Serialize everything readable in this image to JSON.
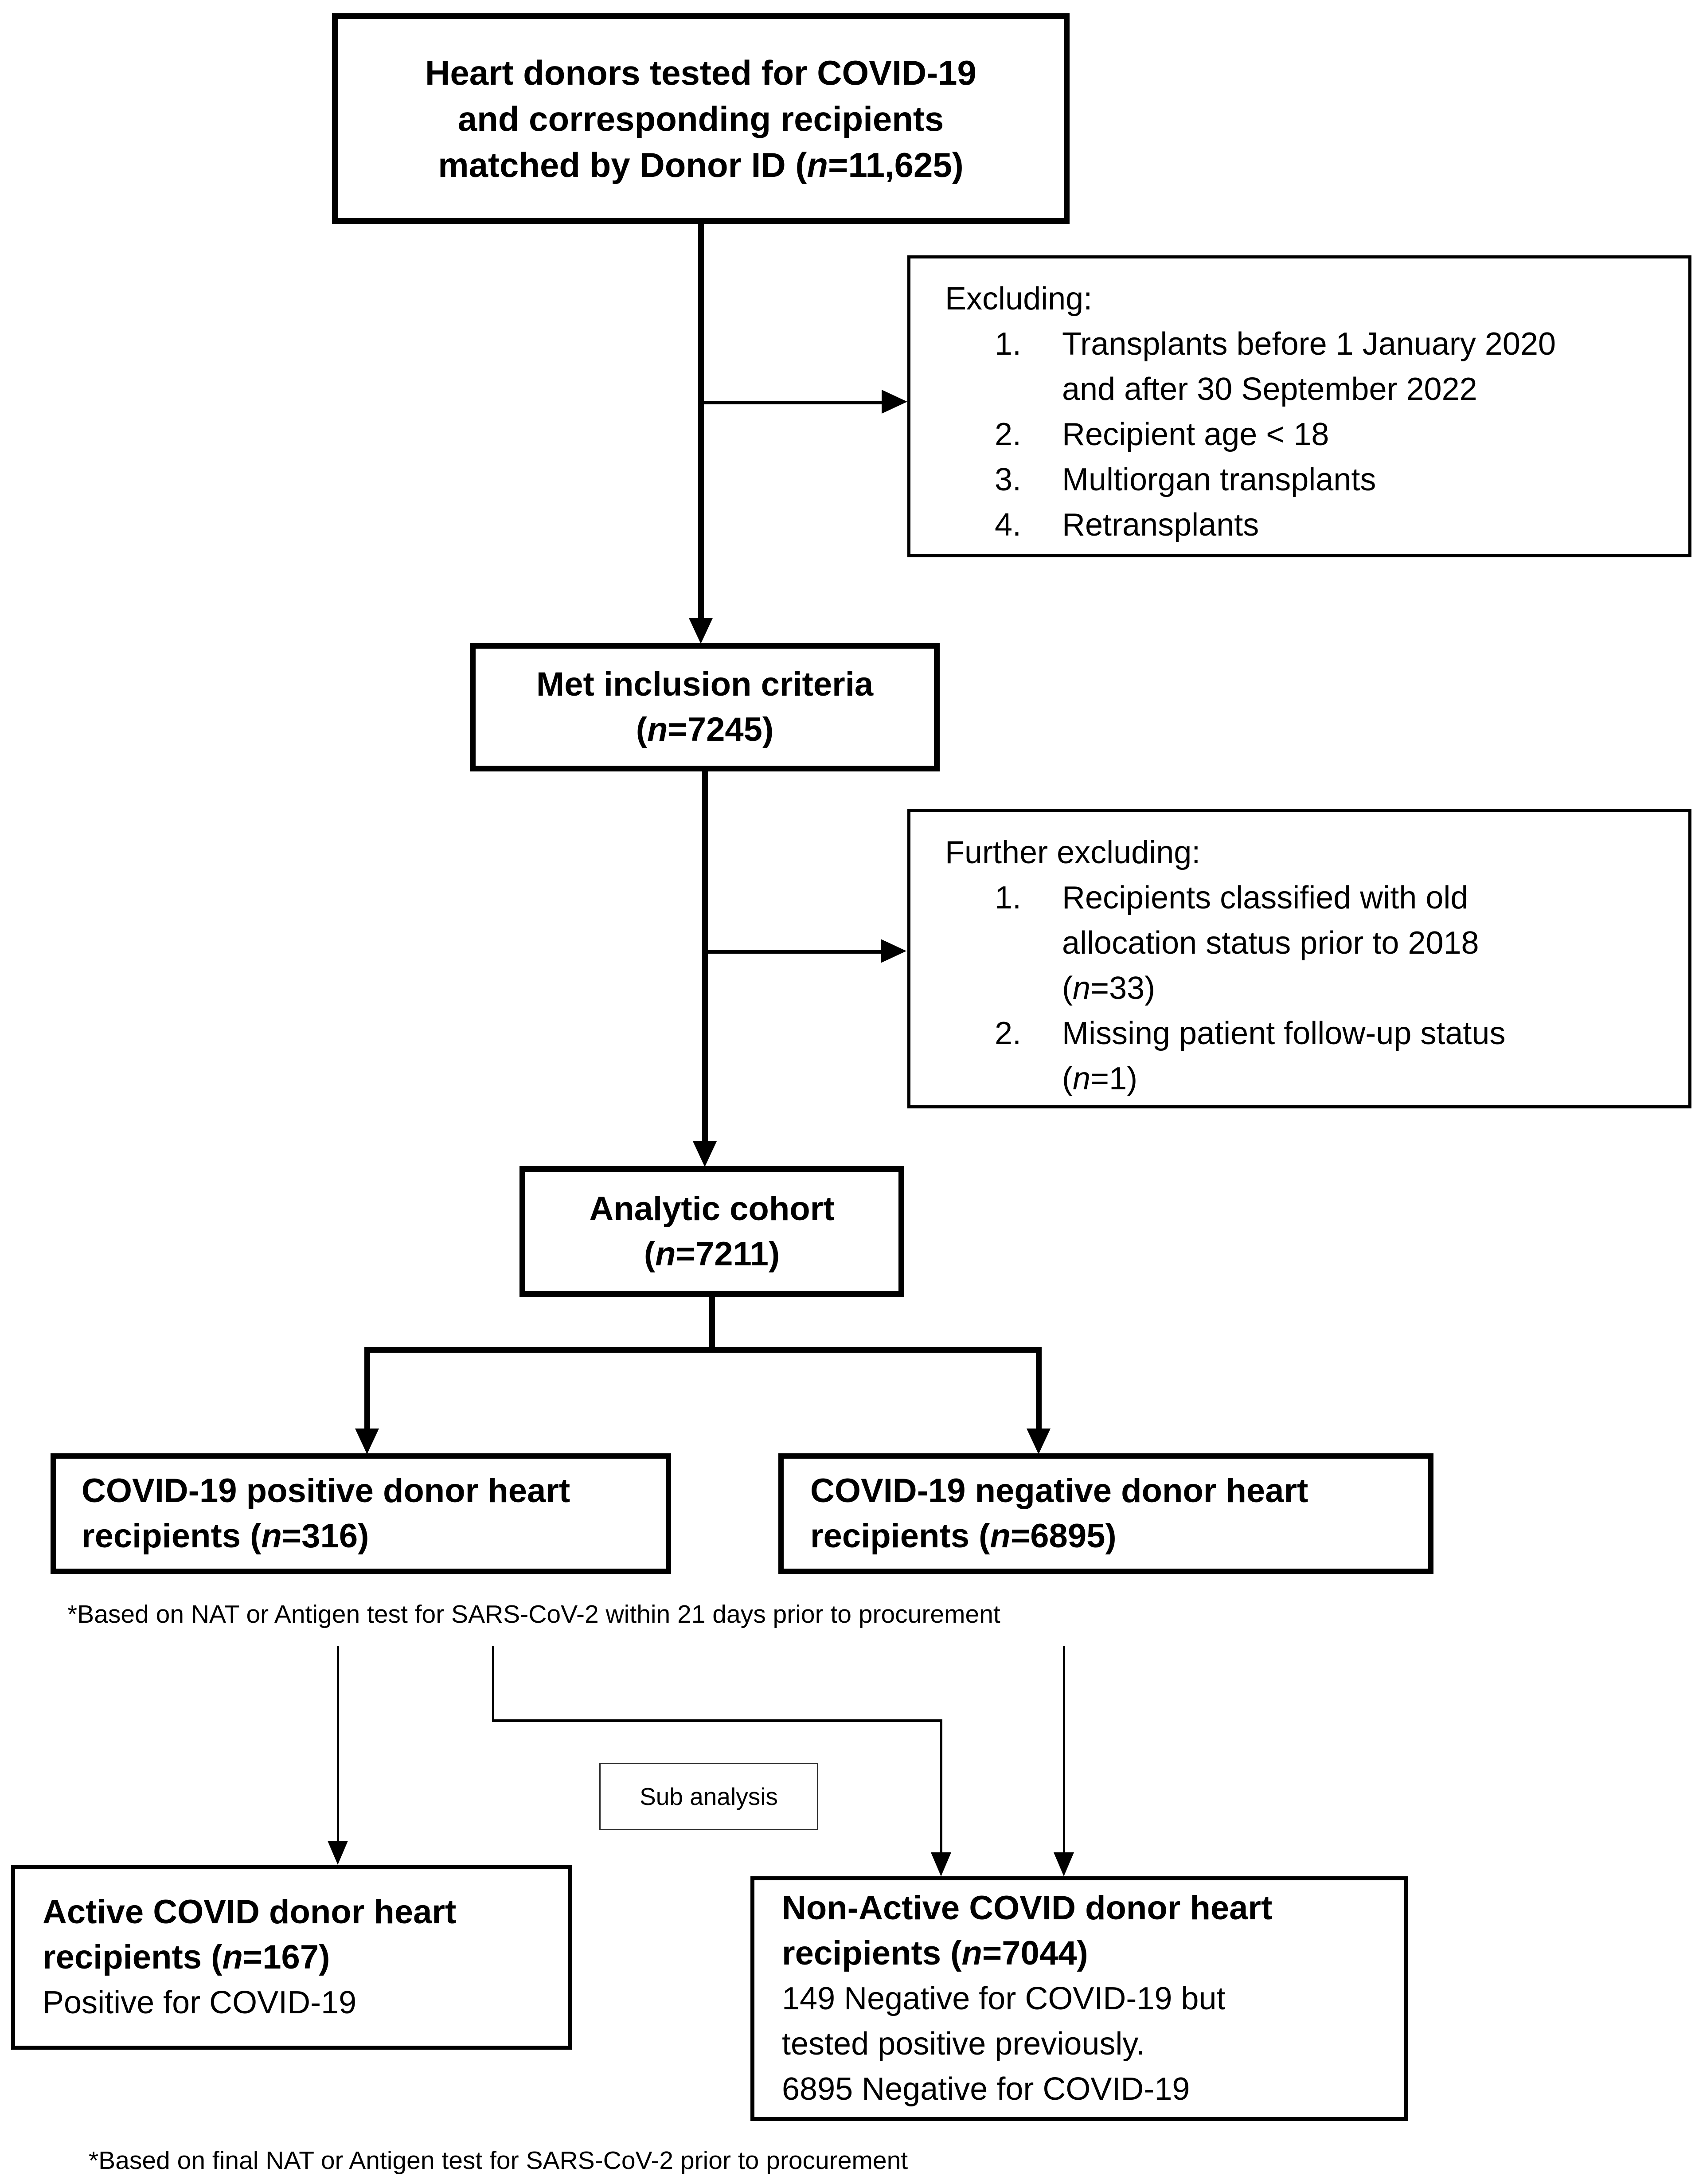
{
  "colors": {
    "line": "#000000",
    "background": "#ffffff"
  },
  "diagram": {
    "top_box": {
      "line1": "Heart donors tested for COVID-19",
      "line2": "and corresponding recipients",
      "line3_pre": "matched by Donor ID (",
      "n": "n",
      "line3_post": "=11,625)"
    },
    "excluding_box": {
      "header": "Excluding:",
      "items": [
        {
          "num": "1.",
          "line1": "Transplants before 1 January 2020",
          "line2": "and after 30 September 2022"
        },
        {
          "num": "2.",
          "line1": "Recipient age < 18"
        },
        {
          "num": "3.",
          "line1": "Multiorgan transplants"
        },
        {
          "num": "4.",
          "line1": "Retransplants"
        }
      ]
    },
    "met_box": {
      "line1": "Met inclusion criteria",
      "pre": "(",
      "n": "n",
      "post": "=7245)"
    },
    "further_excluding_box": {
      "header": "Further excluding:",
      "items": [
        {
          "num": "1.",
          "line1": "Recipients classified with old",
          "line2": "allocation status prior to 2018",
          "pre": "(",
          "n": "n",
          "post": "=33)"
        },
        {
          "num": "2.",
          "line1": "Missing patient follow-up status",
          "pre": "(",
          "n": "n",
          "post": "=1)"
        }
      ]
    },
    "analytic_box": {
      "line1": "Analytic cohort",
      "pre": "(",
      "n": "n",
      "post": "=7211)"
    },
    "positive_box": {
      "line1": "COVID-19 positive donor heart",
      "line2_pre": "recipients (",
      "n": "n",
      "line2_post": "=316)"
    },
    "negative_box": {
      "line1": "COVID-19 negative donor heart",
      "line2_pre": "recipients (",
      "n": "n",
      "line2_post": "=6895)"
    },
    "footnote_top": "*Based on NAT or Antigen test for SARS-CoV-2 within 21 days prior to procurement",
    "sub_analysis_label": "Sub analysis",
    "active_box": {
      "line1": "Active COVID donor heart",
      "line2_pre": "recipients (",
      "n": "n",
      "line2_post": "=167)",
      "line3": "Positive for COVID-19"
    },
    "non_active_box": {
      "line1": "Non-Active COVID donor heart",
      "line2_pre": "recipients (",
      "n": "n",
      "line2_post": "=7044)",
      "line3": "149 Negative for COVID-19 but",
      "line4": "tested positive previously.",
      "line5": "6895 Negative for COVID-19"
    },
    "footnote_bottom": "*Based on final NAT or Antigen test for SARS-CoV-2 prior to procurement"
  }
}
